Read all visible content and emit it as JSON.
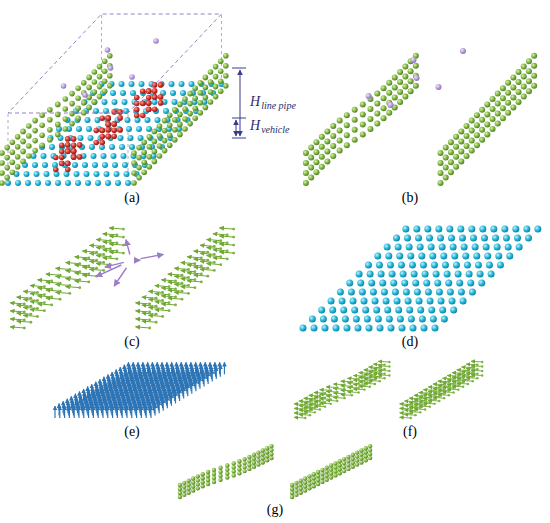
{
  "diagram": {
    "labels": [
      "(a)",
      "(b)",
      "(c)",
      "(d)",
      "(e)",
      "(f)",
      "(g)",
      "H",
      "line pipe",
      "H",
      "vehicle"
    ]
  }
}
